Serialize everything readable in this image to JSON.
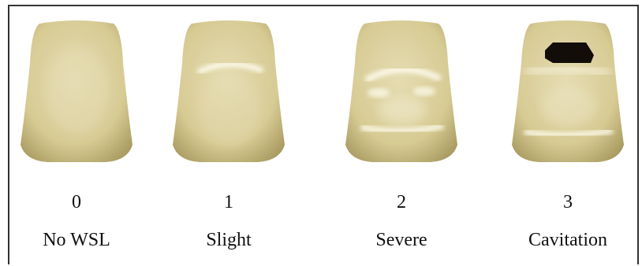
{
  "figure": {
    "stages": [
      {
        "score": "0",
        "label": "No WSL"
      },
      {
        "score": "1",
        "label": "Slight"
      },
      {
        "score": "2",
        "label": "Severe"
      },
      {
        "score": "3",
        "label": "Cavitation"
      }
    ]
  },
  "colors": {
    "tooth_base": "#d8cd98",
    "tooth_shadow": "#b7aa6f",
    "white_spot": "#fffdf0",
    "cavity": "#120d08"
  }
}
